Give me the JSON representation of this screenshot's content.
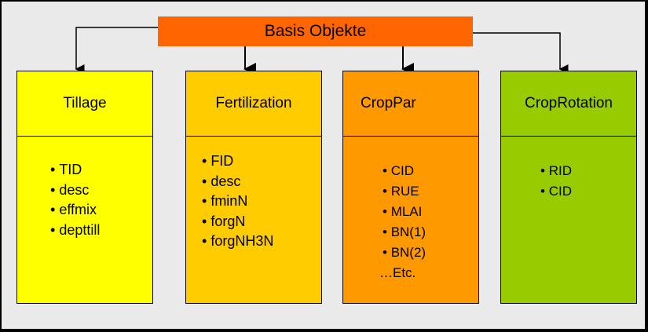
{
  "header": {
    "label": "Basis Objekte",
    "color": "#ff6600"
  },
  "boxes": [
    {
      "title": "Tillage",
      "color": "#ffff00",
      "items": [
        "TID",
        "desc",
        "effmix",
        "depttill"
      ]
    },
    {
      "title": "Fertilization",
      "color": "#ffcc00",
      "items": [
        "FID",
        "desc",
        "fminN",
        "forgN",
        "forgNH3N"
      ]
    },
    {
      "title": "CropPar",
      "color": "#ff9900",
      "items": [
        "CID",
        "RUE",
        "MLAI",
        "BN(1)",
        "BN(2)"
      ],
      "footer": "…Etc."
    },
    {
      "title": "CropRotation",
      "color": "#99cc00",
      "items": [
        "RID",
        "CID"
      ]
    }
  ]
}
